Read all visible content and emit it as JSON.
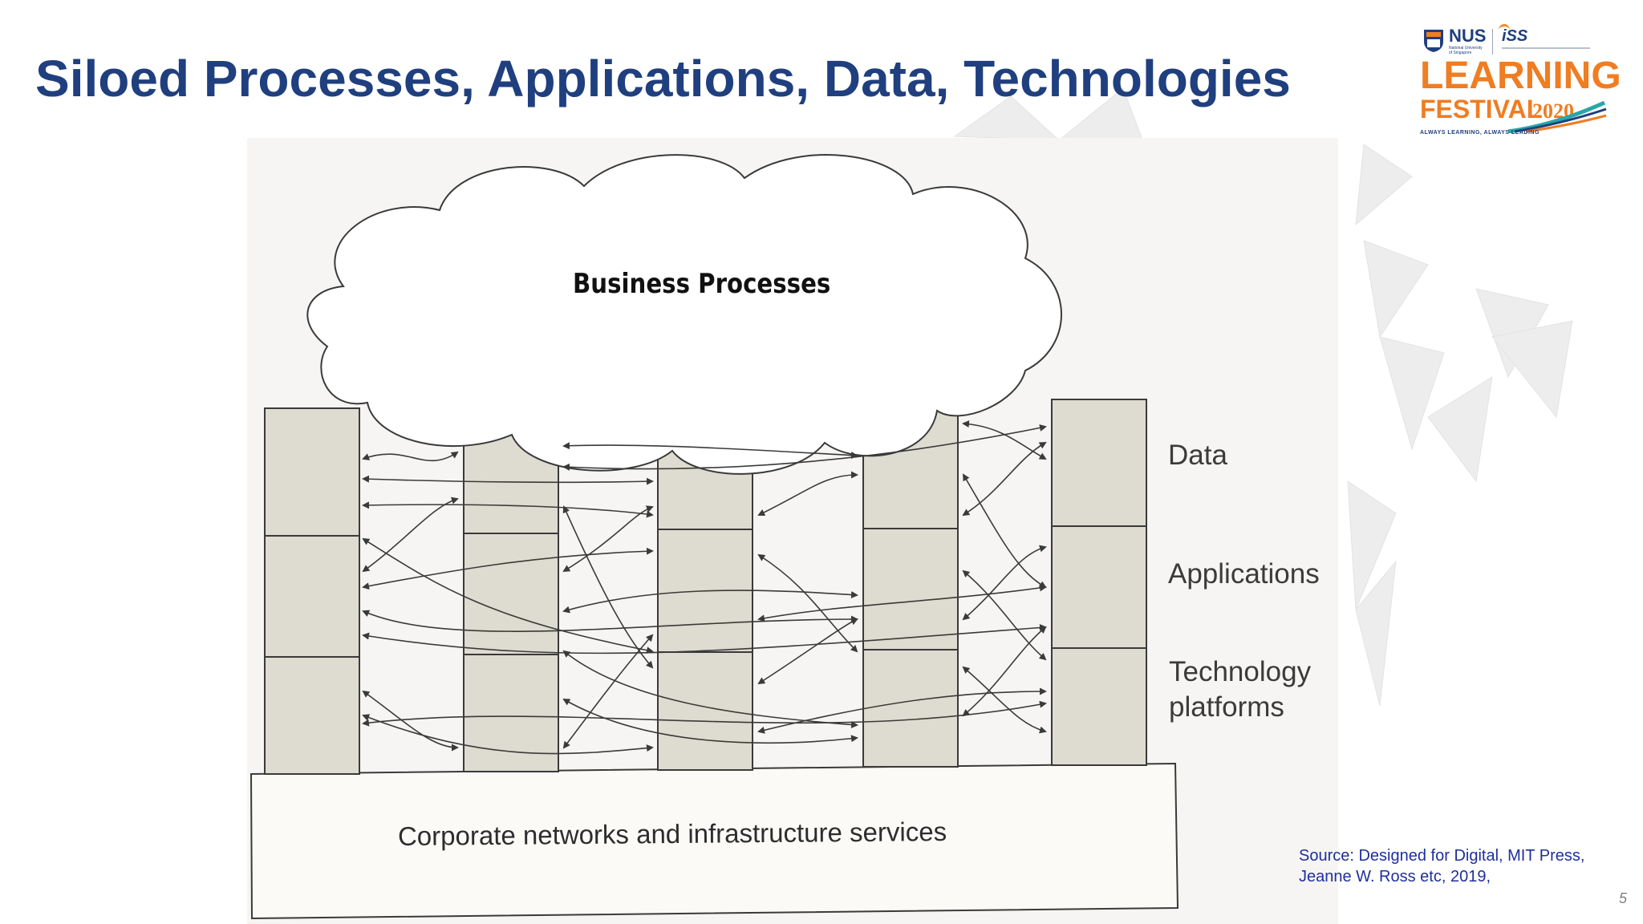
{
  "slide": {
    "title": "Siloed Processes, Applications, Data, Technologies",
    "page_number": "5"
  },
  "logo": {
    "nus": "NUS",
    "nus_subtitle": "National University of Singapore",
    "iss": "iSS",
    "line1": "LEARNING",
    "line2": "FESTIVAL",
    "year": "2020",
    "tagline": "ALWAYS LEARNING, ALWAYS LEADING",
    "colors": {
      "orange": "#ef7d22",
      "navy": "#1f3f7f",
      "teal": "#2aa6a6"
    }
  },
  "diagram": {
    "cloud_label": "Business Processes",
    "layers": {
      "data": "Data",
      "applications": "Applications",
      "technology": "Technology\nplatforms"
    },
    "infrastructure_label": "Corporate networks and infrastructure services",
    "silo_count": 5
  },
  "source": "Source: Designed for Digital, MIT Press, Jeanne W. Ross etc,  2019,"
}
